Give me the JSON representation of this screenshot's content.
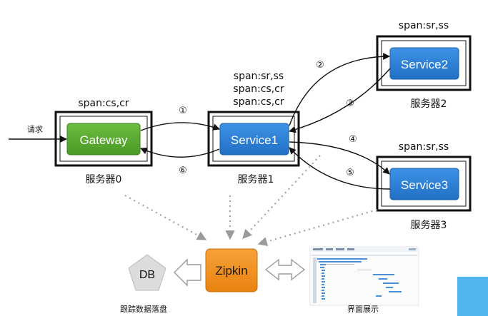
{
  "nodes": {
    "gateway": {
      "label": "Gateway",
      "server": "服务器0",
      "spans": [
        "span:cs,cr"
      ]
    },
    "service1": {
      "label": "Service1",
      "server": "服务器1",
      "spans": [
        "span:sr,ss",
        "span:cs,cr",
        "span:cs,cr"
      ]
    },
    "service2": {
      "label": "Service2",
      "server": "服务器2",
      "spans": [
        "span:sr,ss"
      ]
    },
    "service3": {
      "label": "Service3",
      "server": "服务器3",
      "spans": [
        "span:sr,ss"
      ]
    },
    "zipkin": {
      "label": "Zipkin"
    },
    "db": {
      "label": "DB",
      "caption": "跟踪数据落盘"
    },
    "ui": {
      "caption": "界面展示"
    }
  },
  "request_label": "请求",
  "steps": [
    "①",
    "②",
    "③",
    "④",
    "⑤",
    "⑥"
  ],
  "colors": {
    "gateway": "#5aa831",
    "service": "#2f7fd6",
    "zipkin": "#f08c1e",
    "db": "#d8d8d8",
    "frame": "#111111",
    "dotted": "#a0a0a0"
  }
}
